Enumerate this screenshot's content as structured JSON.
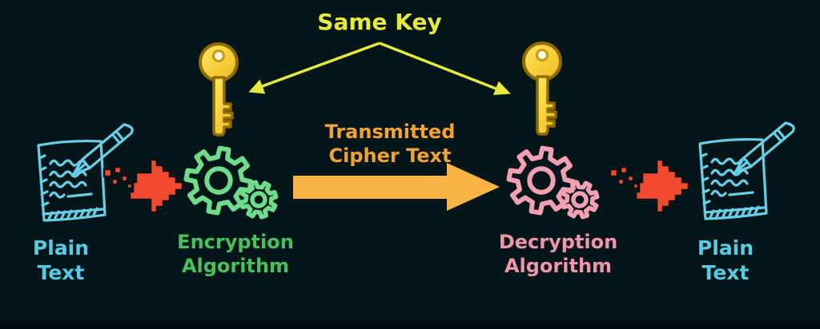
{
  "canvas": {
    "background": "#041619",
    "bottom_bar": "#010a0c"
  },
  "annotation": {
    "same_key": {
      "label": "Same Key",
      "color": "#e5ea3c"
    }
  },
  "nodes": {
    "plain_left": {
      "label": "Plain\nText",
      "color": "#58cbe4"
    },
    "encryption": {
      "label": "Encryption\nAlgorithm",
      "color": "#46c15c"
    },
    "cipher": {
      "label": "Transmitted\nCipher Text",
      "color": "#f2a334"
    },
    "decryption": {
      "label": "Decryption\nAlgorithm",
      "color": "#f195aa"
    },
    "plain_right": {
      "label": "Plain\nText",
      "color": "#58cbe4"
    }
  },
  "icons": {
    "key_left": "key-icon",
    "key_right": "key-icon",
    "document_left": "document-pencil-icon",
    "document_right": "document-pencil-icon",
    "gears_encryption": "gears-icon",
    "gears_decryption": "gears-icon",
    "arrow_plain_to_encrypt": "pixel-arrow-right-icon",
    "arrow_decrypt_to_plain": "pixel-arrow-right-icon",
    "arrow_cipher": "block-arrow-right-icon",
    "pointer_left": "arrow-pointer-icon",
    "pointer_right": "arrow-pointer-icon"
  },
  "colors": {
    "background": "#041619",
    "yellow": "#e5ea3c",
    "gold": "#f5c52a",
    "gold_outline": "#8f6b00",
    "cyan": "#67cfe6",
    "green_text": "#46c15c",
    "green_gear": "#6fdc8c",
    "pink_text": "#f195aa",
    "pink_gear": "#f3a0b2",
    "orange_text": "#f2a334",
    "orange_arrow": "#f9b445",
    "red_arrow": "#f24a2e"
  }
}
